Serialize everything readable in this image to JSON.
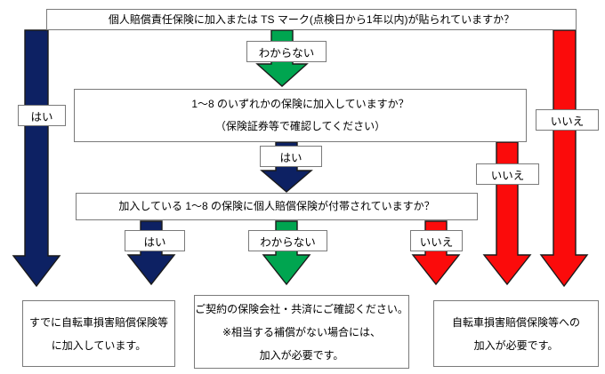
{
  "colors": {
    "navy": "#0d2163",
    "green": "#00a550",
    "red": "#fb0b0b"
  },
  "questions": {
    "q1": {
      "text": "個人賠償責任保険に加入または TS マーク(点検日から1年以内)が貼られていますか？"
    },
    "q2": {
      "line1": "1～8 のいずれかの保険に加入していますか？",
      "line2": "（保険証券等で確認してください）"
    },
    "q3": {
      "text": "加入している 1～8 の保険に個人賠償保険が付帯されていますか？"
    }
  },
  "labels": {
    "yes_left": "はい",
    "unknown_top": "わからない",
    "yes_mid": "はい",
    "yes_bottom": "はい",
    "unknown_bottom": "わからない",
    "no_bottom": "いいえ",
    "no_inner": "いいえ",
    "no_outer": "いいえ"
  },
  "results": {
    "left": {
      "lines": [
        "すでに自転車損害賠償保険等",
        "に加入しています。"
      ]
    },
    "middle": {
      "lines": [
        "ご契約の保険会社・共済にご確認ください。",
        "※相当する補償がない場合には、",
        "加入が必要です。"
      ]
    },
    "right": {
      "lines": [
        "自転車損害賠償保険等への",
        "加入が必要です。"
      ]
    }
  }
}
